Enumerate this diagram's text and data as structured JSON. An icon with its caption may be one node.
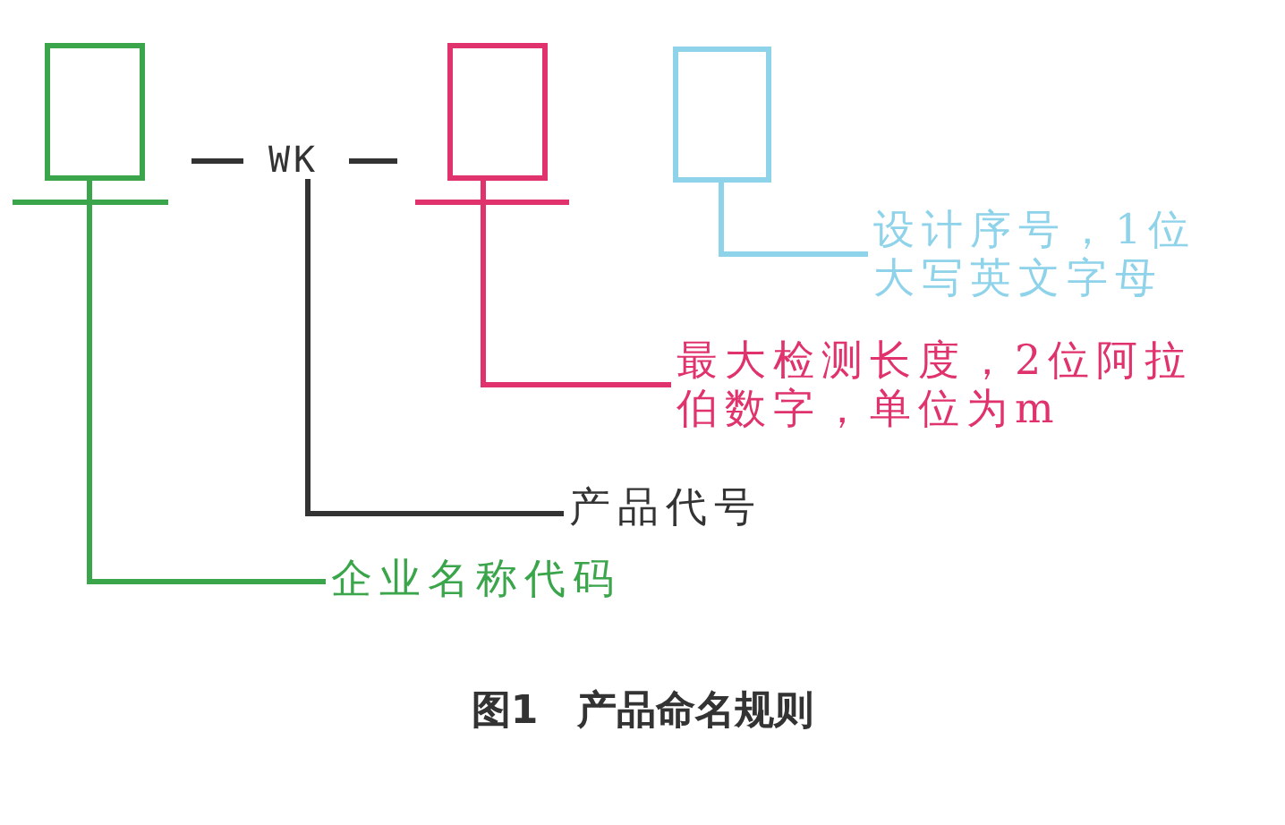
{
  "diagram": {
    "caption": "图1　产品命名规则",
    "nodes": [
      {
        "text": [],
        "shape": "box"
      },
      {
        "text": [
          "WK"
        ]
      },
      {
        "text": [],
        "shape": "box"
      },
      {
        "text": [],
        "shape": "box"
      },
      {
        "text": [
          "设计序号，1位大写英文字母"
        ]
      },
      {
        "text": [
          "最大检测长度，2位阿拉伯数字，单位为m"
        ]
      },
      {
        "text": [
          "产品代号"
        ]
      },
      {
        "text": [
          "企业名称代码"
        ]
      }
    ],
    "edges": [
      {
        "from": 3,
        "to": 4,
        "arrow": "none",
        "color": "#8fd3ea"
      },
      {
        "from": 2,
        "to": 5,
        "arrow": "none",
        "color": "#e0336e"
      },
      {
        "from": 1,
        "to": 6,
        "arrow": "none",
        "color": "#333333"
      },
      {
        "from": 0,
        "to": 7,
        "arrow": "none",
        "color": "#3aa54a"
      }
    ]
  }
}
